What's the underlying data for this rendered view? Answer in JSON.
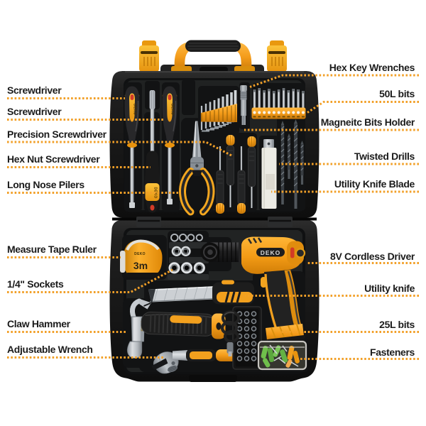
{
  "labels": {
    "left": [
      "Screwdriver",
      "Screwdriver",
      "Precision Screwdriver",
      "Hex Nut Screwdriver",
      "Long Nose Pilers",
      "Measure Tape Ruler",
      "1/4\" Sockets",
      "Claw Hammer",
      "Adjustable Wrench"
    ],
    "right": [
      "Hex Key Wrenches",
      "50L bits",
      "Magneitc Bits Holder",
      "Twisted Drills",
      "Utility Knife Blade",
      "8V Cordless Driver",
      "Utility knife",
      "25L bits",
      "Fasteners"
    ]
  },
  "markings": {
    "drill_brand": "DEKO",
    "tape_brand": "DEKO",
    "tape_size": "3m",
    "screwdriver_brand": "DEKO",
    "hexnut_brand": "DEKO",
    "hammer_brand": "DEKO"
  },
  "colors": {
    "accent_orange": "#F2A028",
    "tool_orange": "#F49C1A",
    "label_text": "#1B1B1B",
    "case_black": "#1A1A1A",
    "metal": "#D6D9DC",
    "background": "#FFFFFF"
  }
}
